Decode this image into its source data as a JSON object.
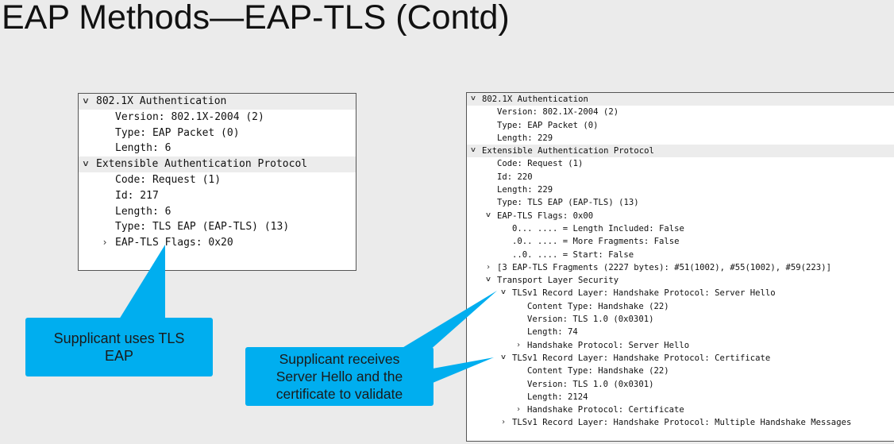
{
  "slide": {
    "title": "EAP Methods—EAP-TLS (Contd)"
  },
  "colors": {
    "callout_fill": "#00aeef",
    "background": "#ebebeb",
    "panel_border": "#555555"
  },
  "left_panel": {
    "rows": [
      {
        "text": "802.1X Authentication",
        "caret": "expanded",
        "indent": 0
      },
      {
        "text": "Version: 802.1X-2004 (2)",
        "caret": "",
        "indent": 1
      },
      {
        "text": "Type: EAP Packet (0)",
        "caret": "",
        "indent": 1
      },
      {
        "text": "Length: 6",
        "caret": "",
        "indent": 1
      },
      {
        "text": "Extensible Authentication Protocol",
        "caret": "expanded",
        "indent": 0
      },
      {
        "text": "Code: Request (1)",
        "caret": "",
        "indent": 1
      },
      {
        "text": "Id: 217",
        "caret": "",
        "indent": 1
      },
      {
        "text": "Length: 6",
        "caret": "",
        "indent": 1
      },
      {
        "text": "Type: TLS EAP (EAP-TLS) (13)",
        "caret": "",
        "indent": 1
      },
      {
        "text": "EAP-TLS Flags: 0x20",
        "caret": "collapsed",
        "indent": 1
      }
    ]
  },
  "right_panel": {
    "rows": [
      {
        "text": "802.1X Authentication",
        "caret": "expanded",
        "indent": 0
      },
      {
        "text": "Version: 802.1X-2004 (2)",
        "caret": "",
        "indent": 1
      },
      {
        "text": "Type: EAP Packet (0)",
        "caret": "",
        "indent": 1
      },
      {
        "text": "Length: 229",
        "caret": "",
        "indent": 1
      },
      {
        "text": "Extensible Authentication Protocol",
        "caret": "expanded",
        "indent": 0
      },
      {
        "text": "Code: Request (1)",
        "caret": "",
        "indent": 1
      },
      {
        "text": "Id: 220",
        "caret": "",
        "indent": 1
      },
      {
        "text": "Length: 229",
        "caret": "",
        "indent": 1
      },
      {
        "text": "Type: TLS EAP (EAP-TLS) (13)",
        "caret": "",
        "indent": 1
      },
      {
        "text": "EAP-TLS Flags: 0x00",
        "caret": "expanded",
        "indent": 1
      },
      {
        "text": "0... .... = Length Included: False",
        "caret": "",
        "indent": 2
      },
      {
        "text": ".0.. .... = More Fragments: False",
        "caret": "",
        "indent": 2
      },
      {
        "text": "..0. .... = Start: False",
        "caret": "",
        "indent": 2
      },
      {
        "text": "[3 EAP-TLS Fragments (2227 bytes): #51(1002), #55(1002), #59(223)]",
        "caret": "collapsed",
        "indent": 1
      },
      {
        "text": "Transport Layer Security",
        "caret": "expanded",
        "indent": 1
      },
      {
        "text": "TLSv1 Record Layer: Handshake Protocol: Server Hello",
        "caret": "expanded",
        "indent": 2
      },
      {
        "text": "Content Type: Handshake (22)",
        "caret": "",
        "indent": 3
      },
      {
        "text": "Version: TLS 1.0 (0x0301)",
        "caret": "",
        "indent": 3
      },
      {
        "text": "Length: 74",
        "caret": "",
        "indent": 3
      },
      {
        "text": "Handshake Protocol: Server Hello",
        "caret": "collapsed",
        "indent": 3
      },
      {
        "text": "TLSv1 Record Layer: Handshake Protocol: Certificate",
        "caret": "expanded",
        "indent": 2
      },
      {
        "text": "Content Type: Handshake (22)",
        "caret": "",
        "indent": 3
      },
      {
        "text": "Version: TLS 1.0 (0x0301)",
        "caret": "",
        "indent": 3
      },
      {
        "text": "Length: 2124",
        "caret": "",
        "indent": 3
      },
      {
        "text": "Handshake Protocol: Certificate",
        "caret": "collapsed",
        "indent": 3
      },
      {
        "text": "TLSv1 Record Layer: Handshake Protocol: Multiple Handshake Messages",
        "caret": "collapsed",
        "indent": 2
      }
    ]
  },
  "callouts": {
    "left": {
      "lines": [
        "Supplicant uses TLS",
        "EAP"
      ]
    },
    "right": {
      "lines": [
        "Supplicant receives",
        "Server Hello and the",
        "certificate to validate"
      ]
    }
  }
}
